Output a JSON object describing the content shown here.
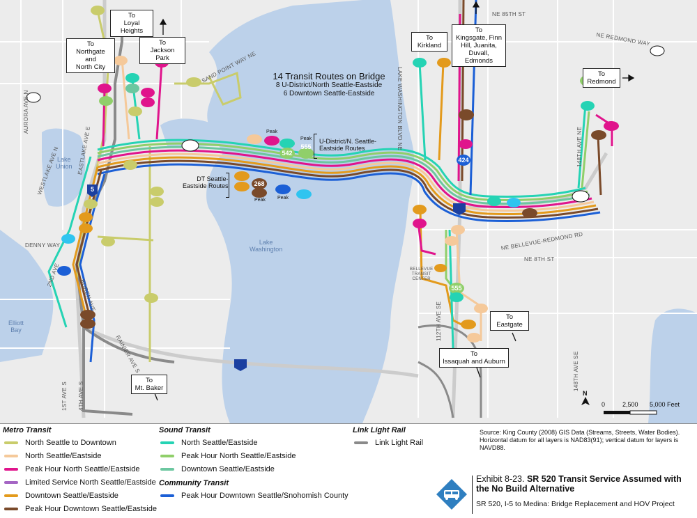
{
  "map": {
    "title": "14 Transit Routes on Bridge",
    "subtitle1": "8 U-District/North Seattle-Eastside",
    "subtitle2": "6 Downtown Seattle-Eastside",
    "callouts": {
      "loyal_heights": "To\nLoyal Heights",
      "northgate": "To\nNorthgate and\nNorth City",
      "jackson_park": "To\nJackson Park",
      "kirkland": "To\nKirkland",
      "kingsgate": "To\nKingsgate, Finn\nHill, Juanita,\nDuvall, Edmonds",
      "redmond": "To\nRedmond",
      "eastgate": "To\nEastgate",
      "issaquah": "To\nIssaquah and Auburn",
      "mt_baker": "To\nMt. Baker"
    },
    "water": {
      "lake_union": "Lake\nUnion",
      "lake_washington": "Lake\nWashington",
      "elliott_bay": "Elliott\nBay"
    },
    "groups": {
      "udistrict": "U-District/N. Seattle-\nEastside Routes",
      "dt": "DT Seattle-\nEastside Routes"
    },
    "peak_label": "Peak",
    "route_numbers": {
      "r542": "542",
      "r555": "555",
      "r268": "268",
      "r424": "424",
      "r555b": "555",
      "i5": "5"
    },
    "streets": {
      "ne85": "NE 85TH ST",
      "ne_redmond_way": "NE REDMOND WAY",
      "sand_point": "SAND POINT WAY NE",
      "aurora": "AURORA AVE N",
      "westlake": "WESTLAKE AVE N",
      "eastlake": "EASTLAKE AVE E",
      "denny": "DENNY WAY",
      "second": "2ND AVE",
      "boren": "BOREN AVE",
      "rainier": "RAINIER AVE S",
      "first": "1ST AVE S",
      "fourth": "4TH AVE S",
      "lake_wash_blvd": "LAKE WASHINGTON BLVD NE",
      "ave148": "148TH AVE NE",
      "bellevue_redmond": "NE BELLEVUE-REDMOND RD",
      "ne8": "NE 8TH ST",
      "bellevue_tc": "BELLEVUE\nTRANSIT\nCENTER",
      "ave112": "112TH AVE SE",
      "ave148se": "148TH AVE SE"
    },
    "scale": {
      "zero": "0",
      "mid": "2,500",
      "end": "5,000 Feet",
      "north": "N"
    }
  },
  "legend": {
    "metro": {
      "heading": "Metro Transit",
      "items": [
        {
          "label": "North Seattle to Downtown",
          "color": "#c9cc6b"
        },
        {
          "label": "North Seattle/Eastside",
          "color": "#f5c99a"
        },
        {
          "label": "Peak Hour North Seattle/Eastside",
          "color": "#e0148c"
        },
        {
          "label": "Limited Service North Seattle/Eastside",
          "color": "#a566c4"
        },
        {
          "label": "Downtown Seattle/Eastside",
          "color": "#e39a1c"
        },
        {
          "label": "Peak Hour Downtown Seattle/Eastside",
          "color": "#7a4a2a"
        }
      ]
    },
    "sound": {
      "heading": "Sound Transit",
      "items": [
        {
          "label": "North Seattle/Eastside",
          "color": "#25d3b4"
        },
        {
          "label": "Peak Hour North Seattle/Eastside",
          "color": "#90cf6a"
        },
        {
          "label": "Downtown Seattle/Eastside",
          "color": "#6cc7a0"
        }
      ]
    },
    "community": {
      "heading": "Community Transit",
      "items": [
        {
          "label": "Peak Hour Downtown Seattle/Snohomish County",
          "color": "#1b5fd6"
        }
      ]
    },
    "link": {
      "heading": "Link Light Rail",
      "items": [
        {
          "label": "Link Light Rail",
          "color": "#8a8a8a"
        }
      ]
    }
  },
  "source": "Source:  King County (2008) GIS Data (Streams, Streets, Water Bodies). Horizontal datum for all layers is NAD83(91); vertical datum for layers is NAVD88.",
  "exhibit": {
    "prefix": "Exhibit 8-23.",
    "title": "SR 520 Transit Service Assumed with the No Build Alternative",
    "subtitle": "SR 520, I-5 to Medina: Bridge Replacement and HOV Project"
  },
  "colors": {
    "water": "#bdd2ec",
    "land": "#eeeeee",
    "road": "#ffffff"
  }
}
